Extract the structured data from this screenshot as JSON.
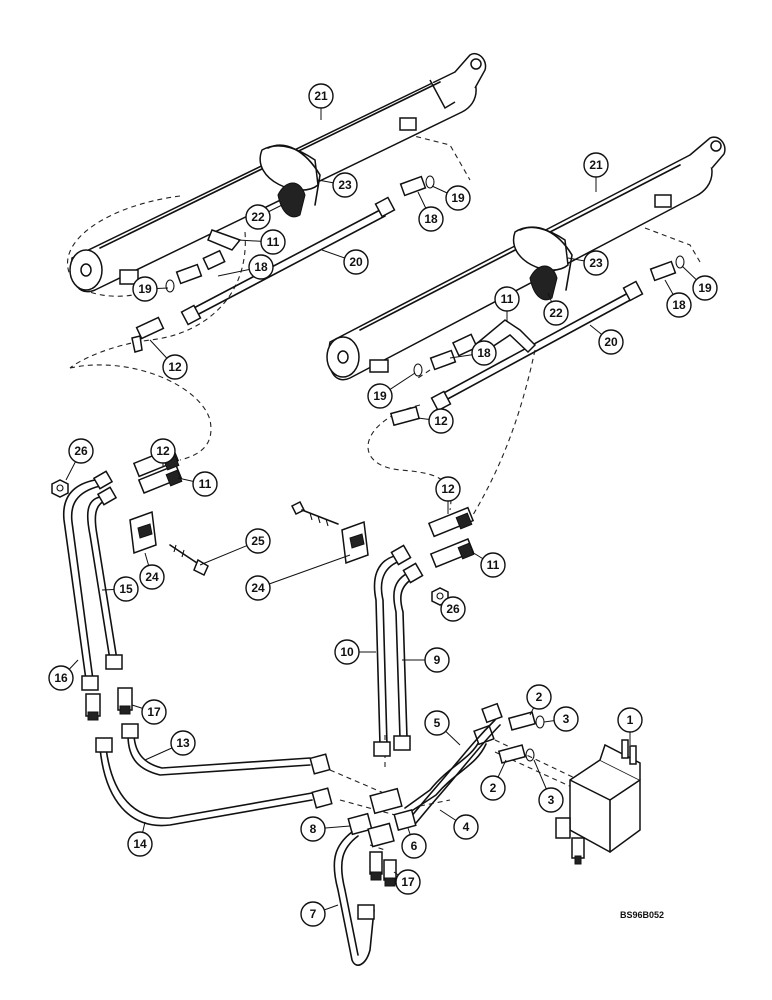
{
  "drawing_ref": "BS96B052",
  "callouts": [
    "21",
    "21",
    "23",
    "23",
    "22",
    "22",
    "18",
    "18",
    "18",
    "18",
    "19",
    "19",
    "19",
    "19",
    "11",
    "11",
    "11",
    "11",
    "20",
    "20",
    "12",
    "12",
    "12",
    "12",
    "26",
    "26",
    "25",
    "24",
    "24",
    "15",
    "16",
    "17",
    "17",
    "10",
    "9",
    "1",
    "2",
    "2",
    "3",
    "3",
    "5",
    "4",
    "6",
    "8",
    "7",
    "13",
    "14"
  ]
}
